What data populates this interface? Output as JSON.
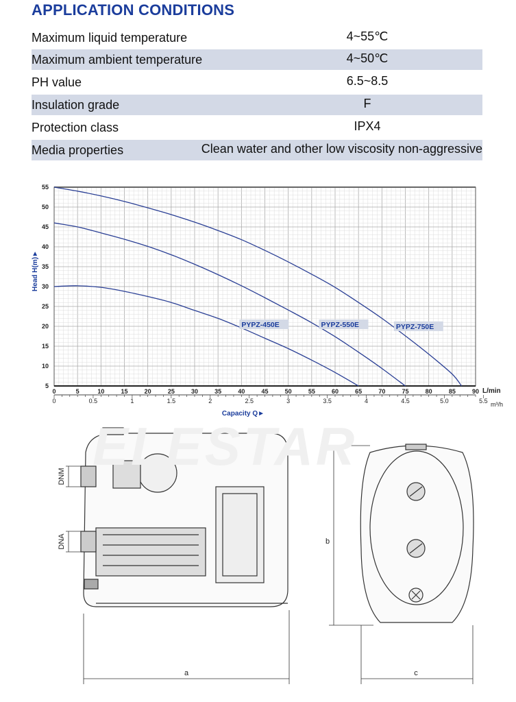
{
  "header": {
    "title": "APPLICATION CONDITIONS"
  },
  "conditions": [
    {
      "label": "Maximum liquid temperature",
      "value": "4~55℃"
    },
    {
      "label": "Maximum ambient temperature",
      "value": "4~50℃"
    },
    {
      "label": "PH value",
      "value": "6.5~8.5"
    },
    {
      "label": "Insulation grade",
      "value": "F"
    },
    {
      "label": "Protection class",
      "value": "IPX4"
    },
    {
      "label": "Media properties",
      "value": "Clean water and other low viscosity non-aggressive"
    }
  ],
  "watermark": "ELESTAR",
  "colors": {
    "accent": "#1b3d9c",
    "curve": "#2a3f95",
    "row_shade": "#d3d9e6",
    "grid": "#bdbdbd"
  },
  "chart_data": {
    "type": "line",
    "xlabel": "Capacity Q►",
    "ylabel": "Head H(m)►",
    "x_unit": "L/min",
    "x2_unit": "m³/h",
    "xlim": [
      0,
      90
    ],
    "ylim": [
      5,
      55
    ],
    "grid": true,
    "x_ticks": [
      "0",
      "5",
      "10",
      "15",
      "20",
      "25",
      "30",
      "35",
      "40",
      "45",
      "50",
      "55",
      "60",
      "65",
      "70",
      "75",
      "80",
      "85",
      "90"
    ],
    "x2_ticks": [
      "0",
      "0.5",
      "1",
      "1.5",
      "2",
      "2.5",
      "3",
      "3.5",
      "4",
      "4.5",
      "5.0",
      "5.5"
    ],
    "y_ticks": [
      "5",
      "10",
      "15",
      "20",
      "25",
      "30",
      "35",
      "40",
      "45",
      "50",
      "55"
    ],
    "series": [
      {
        "name": "PYPZ-450E",
        "x": [
          0,
          5,
          10,
          15,
          20,
          25,
          30,
          35,
          40,
          45,
          50,
          55,
          60,
          65
        ],
        "y": [
          30,
          30.2,
          29.8,
          28.8,
          27.5,
          26,
          24,
          22,
          19.6,
          17,
          14.4,
          11.5,
          8.4,
          5
        ]
      },
      {
        "name": "PYPZ-550E",
        "x": [
          0,
          5,
          10,
          15,
          20,
          25,
          30,
          35,
          40,
          45,
          50,
          55,
          60,
          65,
          70,
          75
        ],
        "y": [
          46,
          45,
          43.5,
          41.9,
          40.1,
          38,
          35.6,
          33,
          30.2,
          27.2,
          24.1,
          20.9,
          17.4,
          13.5,
          9.4,
          5
        ]
      },
      {
        "name": "PYPZ-750E",
        "x": [
          0,
          5,
          10,
          15,
          20,
          25,
          30,
          35,
          40,
          45,
          50,
          55,
          60,
          65,
          70,
          75,
          80,
          85,
          87
        ],
        "y": [
          55,
          54,
          52.8,
          51.4,
          49.8,
          48.1,
          46.2,
          44.1,
          41.8,
          39.1,
          36.2,
          33.1,
          29.8,
          26,
          22,
          17.6,
          13,
          8,
          5
        ]
      }
    ]
  },
  "drawing": {
    "dnm": "DNM",
    "dna": "DNA",
    "dim_a": "a",
    "dim_b": "b",
    "dim_c": "c"
  }
}
